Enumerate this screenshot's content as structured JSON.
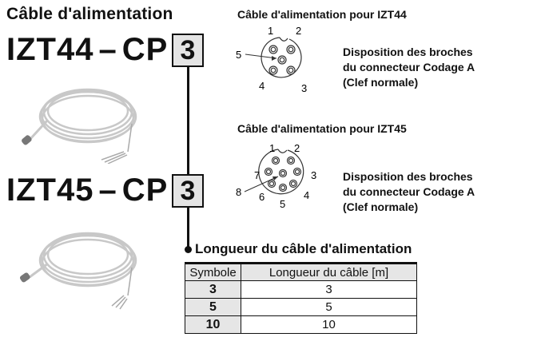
{
  "header": {
    "title": "Câble d'alimentation"
  },
  "models": [
    {
      "prefix": "IZT44",
      "dash": "–",
      "suffix": "CP",
      "symbol": "3"
    },
    {
      "prefix": "IZT45",
      "dash": "–",
      "suffix": "CP",
      "symbol": "3"
    }
  ],
  "connectors": [
    {
      "title": "Câble d'alimentation pour IZT44",
      "pins": [
        "1",
        "2",
        "3",
        "4",
        "5"
      ],
      "desc_lines": [
        "Disposition des broches",
        "du connecteur Codage A",
        "(Clef normale)"
      ]
    },
    {
      "title": "Câble d'alimentation pour IZT45",
      "pins": [
        "1",
        "2",
        "3",
        "4",
        "5",
        "6",
        "7",
        "8"
      ],
      "desc_lines": [
        "Disposition des broches",
        "du connecteur Codage A",
        "(Clef normale)"
      ]
    }
  ],
  "length_table": {
    "title": "Longueur du câble d'alimentation",
    "headers": [
      "Symbole",
      "Longueur du câble [m]"
    ],
    "rows": [
      {
        "symbol": "3",
        "length": "3"
      },
      {
        "symbol": "5",
        "length": "5"
      },
      {
        "symbol": "10",
        "length": "10"
      }
    ]
  },
  "images": [
    "cable-coil-image-izt44",
    "cable-coil-image-izt45"
  ]
}
